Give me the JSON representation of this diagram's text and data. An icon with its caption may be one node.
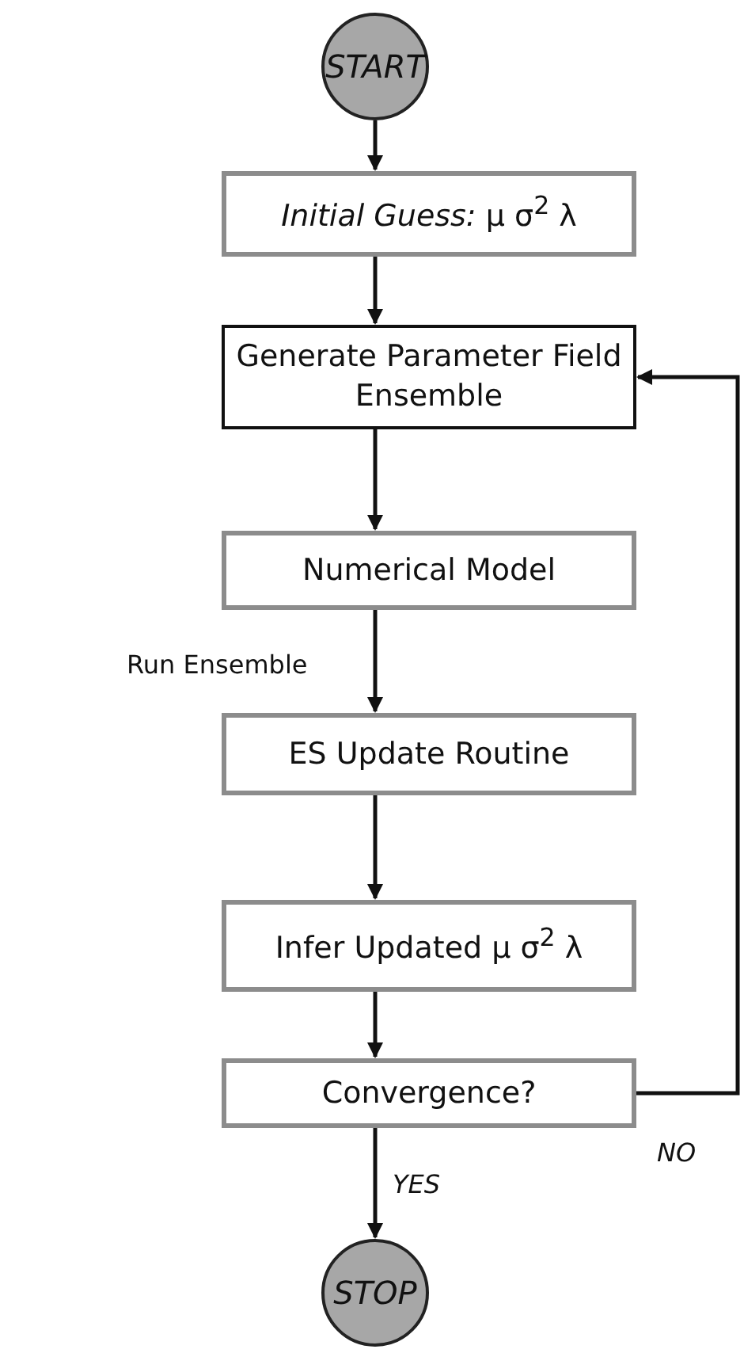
{
  "diagram": {
    "nodes": [
      {
        "text": [
          "START"
        ]
      },
      {
        "text": [
          "*Initial Guess:* μ σ$^{2}$ λ"
        ]
      },
      {
        "text": [
          "Generate Parameter Field Ensemble"
        ]
      },
      {
        "text": [
          "Numerical Model"
        ]
      },
      {
        "text": [
          "ES Update Routine"
        ]
      },
      {
        "text": [
          "Infer Updated μ σ$^{2}$ λ"
        ]
      },
      {
        "text": [
          "Convergence?"
        ]
      },
      {
        "text": [
          "STOP"
        ]
      }
    ],
    "edges": [
      {
        "from": 0,
        "to": 1,
        "arrow": "to"
      },
      {
        "from": 1,
        "to": 2,
        "arrow": "to"
      },
      {
        "from": 2,
        "to": 3,
        "arrow": "to"
      },
      {
        "from": 3,
        "to": 4,
        "arrow": "to",
        "label": "Run Ensemble"
      },
      {
        "from": 4,
        "to": 5,
        "arrow": "to"
      },
      {
        "from": 5,
        "to": 6,
        "arrow": "to"
      },
      {
        "from": 6,
        "to": 2,
        "arrow": "to",
        "label": "NO"
      },
      {
        "from": 6,
        "to": 7,
        "arrow": "to",
        "label": "YES"
      }
    ]
  }
}
